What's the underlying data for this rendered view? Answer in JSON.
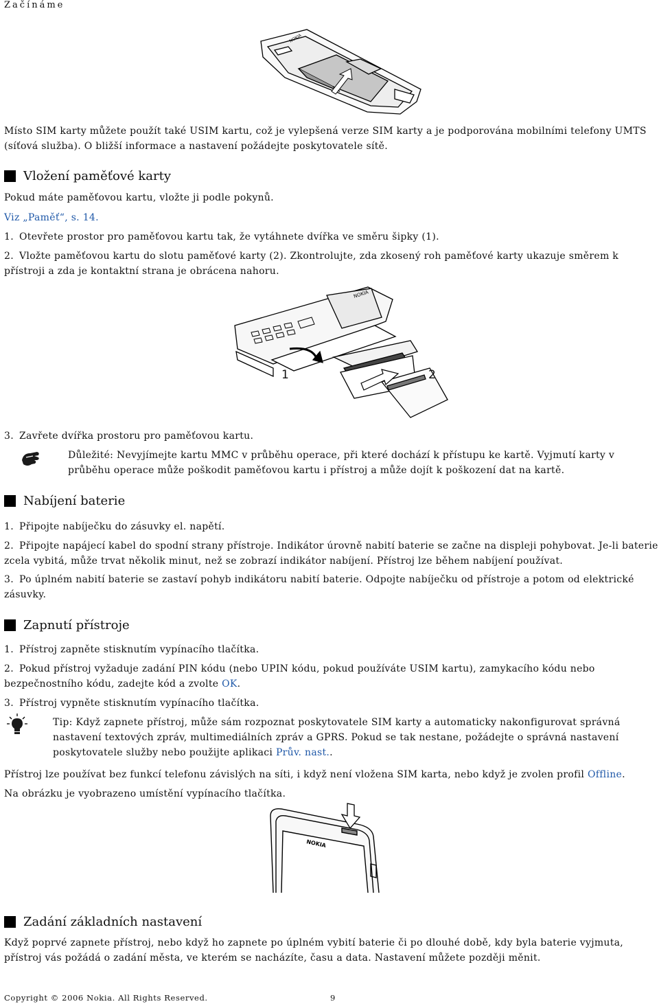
{
  "header": "Začínáme",
  "p_usim": "Místo SIM karty můžete použít také USIM kartu, což je vylepšená verze SIM karty a je podporována mobilními telefony UMTS (síťová služba). O bližší informace a nastavení požádejte poskytovatele sítě.",
  "sec_memory": {
    "heading": "Vložení paměťové karty",
    "intro": "Pokud máte paměťovou kartu, vložte ji podle pokynů.",
    "ref": "Viz „Paměť“, s. 14.",
    "steps": [
      {
        "n": "1.",
        "text": "Otevřete prostor pro paměťovou kartu tak, že vytáhnete dvířka ve směru šipky (1)."
      },
      {
        "n": "2.",
        "text": "Vložte paměťovou kartu do slotu paměťové karty (2). Zkontrolujte, zda zkosený roh paměťové karty ukazuje směrem k přístroji a zda je kontaktní strana je obrácena nahoru."
      },
      {
        "n": "3.",
        "text": "Zavřete dvířka prostoru pro paměťovou kartu."
      }
    ],
    "figure_labels": [
      "1",
      "2"
    ],
    "note_label": "Důležité:",
    "note_text": " Nevyjímejte kartu MMC v průběhu operace, při které dochází k přístupu ke kartě. Vyjmutí karty v průběhu operace může poškodit paměťovou kartu i přístroj a může dojít k poškození dat na kartě."
  },
  "sec_charge": {
    "heading": "Nabíjení baterie",
    "steps": [
      {
        "n": "1.",
        "text": "Připojte nabíječku do zásuvky el. napětí."
      },
      {
        "n": "2.",
        "text": "Připojte napájecí kabel do spodní strany přístroje. Indikátor úrovně nabití baterie se začne na displeji pohybovat. Je-li baterie zcela vybitá, může trvat několik minut, než se zobrazí indikátor nabíjení. Přístroj lze během nabíjení používat."
      },
      {
        "n": "3.",
        "text": "Po úplném nabití baterie se zastaví pohyb indikátoru nabití baterie. Odpojte nabíječku od přístroje a potom od elektrické zásuvky."
      }
    ]
  },
  "sec_power": {
    "heading": "Zapnutí přístroje",
    "step1": {
      "n": "1.",
      "text": "Přístroj zapněte stisknutím vypínacího tlačítka."
    },
    "step2": {
      "n": "2.",
      "text_a": "Pokud přístroj vyžaduje zadání PIN kódu (nebo UPIN kódu, pokud používáte USIM kartu), zamykacího kódu nebo bezpečnostního kódu, zadejte kód a zvolte ",
      "ok": "OK",
      "text_b": "."
    },
    "step3": {
      "n": "3.",
      "text": "Přístroj vypněte stisknutím vypínacího tlačítka."
    },
    "tip_label": "Tip:",
    "tip_text": " Když zapnete přístroj, může sám rozpoznat poskytovatele SIM karty a automaticky nakonfigurovat správná nastavení textových zpráv, multimediálních zpráv a GPRS. Pokud se tak nestane, požádejte o správná nastavení poskytovatele služby nebo použijte aplikaci ",
    "tip_link": "Prův. nast.",
    "tip_end": ".",
    "offline_a": "Přístroj lze používat bez funkcí telefonu závislých na síti, i když není vložena SIM karta, nebo když je zvolen profil ",
    "offline_link": "Offline",
    "offline_b": ".",
    "figure_caption": "Na obrázku je vyobrazeno umístění vypínacího tlačítka."
  },
  "sec_settings": {
    "heading": "Zadání základních nastavení",
    "text": "Když poprvé zapnete přístroj, nebo když ho zapnete po úplném vybití baterie či po dlouhé době, kdy byla baterie vyjmuta, přístroj vás požádá o zadání města, ve kterém se nacházíte, času a data. Nastavení můžete později měnit."
  },
  "footer": {
    "copyright": "Copyright © 2006 Nokia. All Rights Reserved.",
    "page": "9"
  },
  "phone_logo": "NOKIA",
  "colors": {
    "link": "#1f58a8",
    "ok": "#1f58a8"
  }
}
